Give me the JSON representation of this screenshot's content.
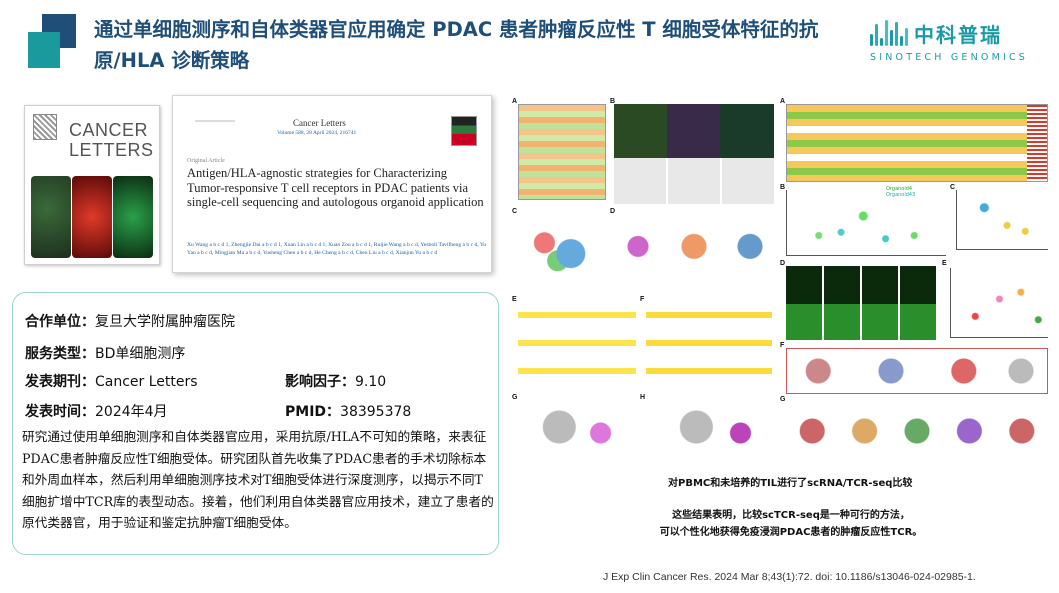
{
  "header": {
    "title": "通过单细胞测序和自体类器官应用确定 PDAC 患者肿瘤反应性 T 细胞受体特征的抗原/HLA 诊断策略"
  },
  "brand": {
    "name_cn": "中科普瑞",
    "name_en": "SINOTECH GENOMICS",
    "color": "#1a9aa8"
  },
  "journal_cover": {
    "title_line1": "CANCER",
    "title_line2": "LETTERS"
  },
  "paper": {
    "journal": "Cancer Letters",
    "volume": "Volume 588, 28 April 2024, 216741",
    "article_type": "Original Article",
    "title": "Antigen/HLA-agnostic strategies for Characterizing Tumor-responsive T cell receptors in PDAC patients via single-cell sequencing and autologous organoid application",
    "authors": "Xu Wang a b c d 1, Zhengjie Dai a b c d 1, Xuan Lin a b c d 1, Xuan Zou a b c d 1, Ruijie Wang a b c d, Yesboli Tavifheng a b c d, Yu Yan a b c d, Mingjian Ma a b c d, Yusheng Chen a b c d, He Cheng a b c d, Chen Liu a b c d, Xianjun Yu a b c d"
  },
  "info": {
    "partner_label": "合作单位：",
    "partner_value": "复旦大学附属肿瘤医院",
    "service_label": "服务类型：",
    "service_value": "BD单细胞测序",
    "journal_label": "发表期刊：",
    "journal_value": "Cancer Letters",
    "impact_label": "影响因子：",
    "impact_value": "9.10",
    "date_label": "发表时间：",
    "date_value": "2024年4月",
    "pmid_label": "PMID：",
    "pmid_value": "38395378",
    "description": "研究通过使用单细胞测序和自体类器官应用，采用抗原/HLA不可知的策略，来表征PDAC患者肿瘤反应性T细胞受体。研究团队首先收集了PDAC患者的手术切除标本和外周血样本，然后利用单细胞测序技术对T细胞受体进行深度测序，以揭示不同T细胞扩增中TCR库的表型动态。接着，他们利用自体类器官应用技术，建立了患者的原代类器官，用于验证和鉴定抗肿瘤T细胞受体。"
  },
  "figure": {
    "panel_letters": [
      "A",
      "B",
      "C",
      "D",
      "E",
      "F",
      "G",
      "H"
    ],
    "right_panel_letters": [
      "A",
      "B",
      "C",
      "D",
      "E",
      "F",
      "G"
    ],
    "legend_1": "Organoid4",
    "legend_2": "Organoid43"
  },
  "captions": {
    "caption_1": "对PBMC和未培养的TIL进行了scRNA/TCR-seq比较",
    "caption_2_line1": "这些结果表明，比较scTCR-seq是一种可行的方法，",
    "caption_2_line2": "可以个性化地获得免疫浸润PDAC患者的肿瘤反应性TCR。",
    "citation": "J Exp Clin Cancer Res. 2024 Mar 8;43(1):72. doi: 10.1186/s13046-024-02985-1."
  },
  "colors": {
    "title_blue": "#1f4e79",
    "teal": "#1a9a9d",
    "box_border": "#9fd0d0"
  }
}
